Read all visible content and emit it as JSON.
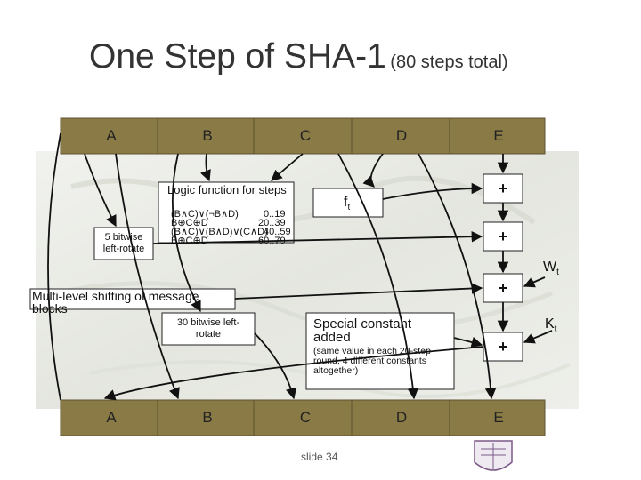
{
  "title": {
    "main": "One Step of SHA-1",
    "sub": "(80 steps total)"
  },
  "registers_top": [
    "A",
    "B",
    "C",
    "D",
    "E"
  ],
  "registers_bottom": [
    "A",
    "B",
    "C",
    "D",
    "E"
  ],
  "logic": {
    "title": "Logic function   for steps",
    "rows": [
      {
        "expr": "(B∧C)∨(¬B∧D)",
        "range": "0..19"
      },
      {
        "expr": "B⊕C⊕D",
        "range": "20..39"
      },
      {
        "expr": "(B∧C)∨(B∧D)∨(C∧D)",
        "range": "40..59"
      },
      {
        "expr": "B⊕C⊕D",
        "range": "60..79"
      }
    ]
  },
  "ft": {
    "f": "f",
    "sub": "t"
  },
  "rotate5": "5 bitwise left-rotate",
  "rotate30": "30 bitwise left-rotate",
  "multilevel": "Multi-level shifting of message blocks",
  "special": {
    "title": "Special constant added",
    "note": "(same value in each 20-step round, 4 different constants altogether)"
  },
  "adders": [
    "+",
    "+",
    "+",
    "+"
  ],
  "wt": {
    "w": "W",
    "sub": "t"
  },
  "kt": {
    "k": "K",
    "sub": "t"
  },
  "slide": "slide 34",
  "colors": {
    "register": "#897a46",
    "box": "#ffffff",
    "arrow": "#111111"
  }
}
